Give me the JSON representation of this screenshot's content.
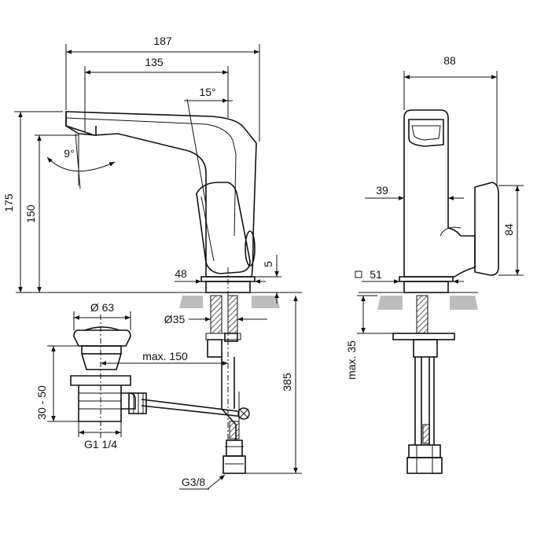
{
  "colors": {
    "line": "#111111",
    "counter": "#b9b9b9",
    "hatch": "#444444"
  },
  "dimensions": {
    "overall_length": "187",
    "spout_length": "135",
    "lever_angle": "15°",
    "spout_angle": "9°",
    "total_height": "175",
    "spout_height": "150",
    "base_offset": "48",
    "base_height": "5",
    "hole_diameter": "Ø35",
    "overall_depth": "88",
    "lever_depth": "39",
    "lever_height": "84",
    "base_square": "51",
    "deck_thickness": "max. 35",
    "waste_diameter": "Ø 63",
    "waste_reach": "max. 150",
    "waste_range": "30 - 50",
    "waste_thread": "G1 1/4",
    "hose_length": "385",
    "hose_thread": "G3/8"
  }
}
